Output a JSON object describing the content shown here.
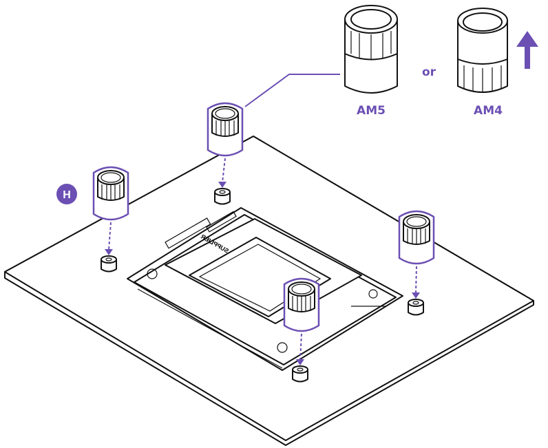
{
  "colors": {
    "accent": "#6b4fb3",
    "line": "#111111",
    "background": "#ffffff"
  },
  "labels": {
    "step_badge": "H",
    "am5": "AM5",
    "or": "or",
    "am4": "AM4",
    "socket_text": "SUPPLIER"
  },
  "icons": {
    "direction_arrow": "arrow-up-icon"
  }
}
